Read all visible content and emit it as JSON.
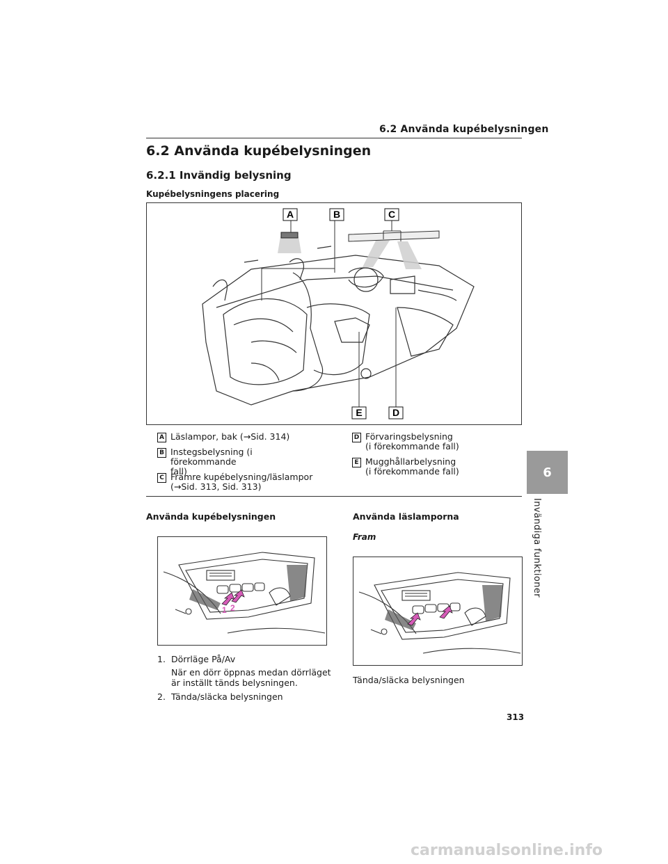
{
  "header": {
    "running_title": "6.2  Använda kupébelysningen"
  },
  "section": {
    "title": "6.2  Använda kupébelysningen",
    "subsection": "6.2.1  Invändig belysning",
    "figure_title": "Kupébelysningens placering"
  },
  "figure_labels": {
    "A": "A",
    "B": "B",
    "C": "C",
    "D": "D",
    "E": "E"
  },
  "legend": {
    "left": [
      {
        "key": "A",
        "lines": [
          "Läslampor, bak (→Sid. 314)"
        ]
      },
      {
        "key": "B",
        "lines": [
          "Instegsbelysning (i förekommande",
          "fall)"
        ]
      },
      {
        "key": "C",
        "lines": [
          "Främre kupébelysning/läslampor",
          "(→Sid. 313, Sid. 313)"
        ]
      }
    ],
    "right": [
      {
        "key": "D",
        "lines": [
          "Förvaringsbelysning",
          "(i förekommande fall)"
        ]
      },
      {
        "key": "E",
        "lines": [
          "Mugghållarbelysning",
          "(i förekommande fall)"
        ]
      }
    ]
  },
  "left_column": {
    "title": "Använda kupébelysningen",
    "callouts": [
      "1",
      "2"
    ],
    "steps": [
      {
        "num": "1.",
        "text": "Dörrläge På/Av",
        "note": [
          "När en dörr öppnas medan dörrläget",
          "är inställt tänds belysningen."
        ]
      },
      {
        "num": "2.",
        "text": "Tända/släcka belysningen"
      }
    ]
  },
  "right_column": {
    "title": "Använda läslamporna",
    "subtitle": "Fram",
    "caption": "Tända/släcka belysningen"
  },
  "side_tab": {
    "number": "6",
    "label": "Invändiga funktioner"
  },
  "page_number": "313",
  "watermark": "carmanualsonline.info",
  "colors": {
    "arrow_pink": "#d65bb8",
    "lamp_beam": "#cfcfcf",
    "tab_gray": "#9a9a9a"
  }
}
